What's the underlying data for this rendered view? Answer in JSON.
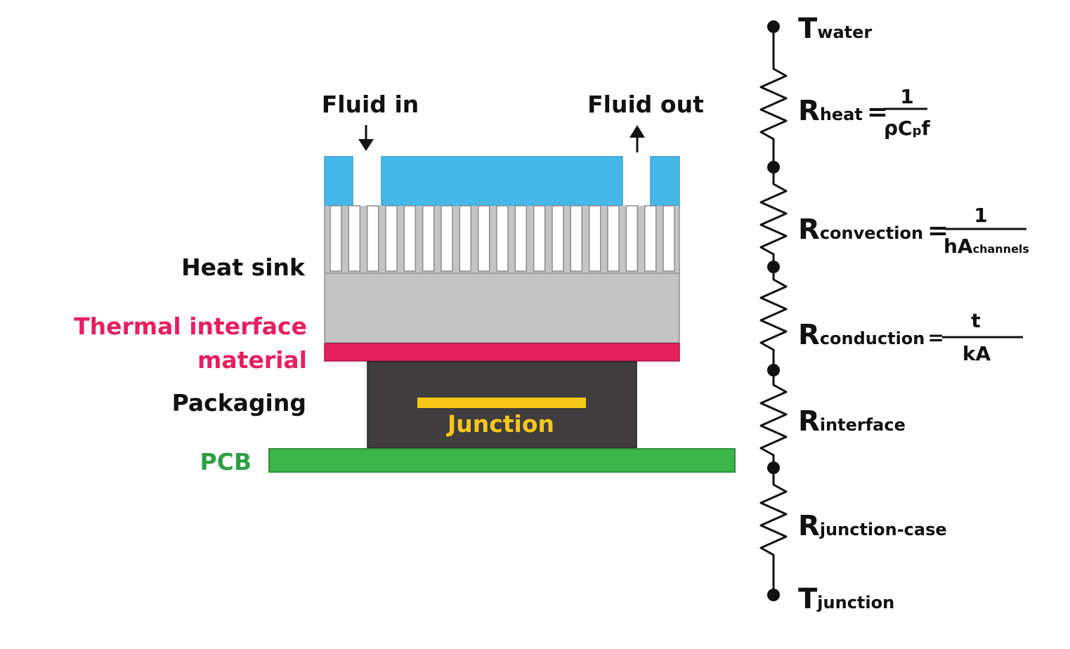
{
  "colors": {
    "background": "#ffffff",
    "coolant": "#45b7e8",
    "heat_sink": "#c4c4c4",
    "heat_sink_edge": "#909090",
    "tim": "#e6205f",
    "package": "#3f3d3e",
    "junction": "#f6c619",
    "pcb": "#3cb54a",
    "pcb_edge": "#2d8f3a",
    "text": "#111111",
    "label_tim": "#e6205f",
    "label_pcb": "#2e9f45",
    "label_junction": "#f6c619"
  },
  "labels": {
    "fluid_in": "Fluid in",
    "fluid_out": "Fluid out",
    "heat_sink": "Heat sink",
    "tim_line1": "Thermal interface",
    "tim_line2": "material",
    "packaging": "Packaging",
    "pcb": "PCB",
    "junction": "Junction"
  },
  "circuit": {
    "t_water": {
      "main": "T",
      "sub": "water"
    },
    "r_heat": {
      "main": "R",
      "sub": "heat",
      "eq": "=",
      "num": "1",
      "den_main": "ρC",
      "den_sub": "p",
      "den_tail": "f"
    },
    "r_conv": {
      "main": "R",
      "sub": "convection",
      "eq": "=",
      "num": "1",
      "den_main": "hA",
      "den_sub": "channels"
    },
    "r_cond": {
      "main": "R",
      "sub": "conduction",
      "eq": "=",
      "num": "t",
      "den_main": "kA"
    },
    "r_interface": {
      "main": "R",
      "sub": "interface"
    },
    "r_jc": {
      "main": "R",
      "sub": "junction-case"
    },
    "t_junction": {
      "main": "T",
      "sub": "junction"
    }
  },
  "icons": {
    "fluid_in_arrow": "arrow-down-icon",
    "fluid_out_arrow": "arrow-up-icon",
    "resistor": "resistor-icon",
    "node": "node-dot-icon"
  }
}
